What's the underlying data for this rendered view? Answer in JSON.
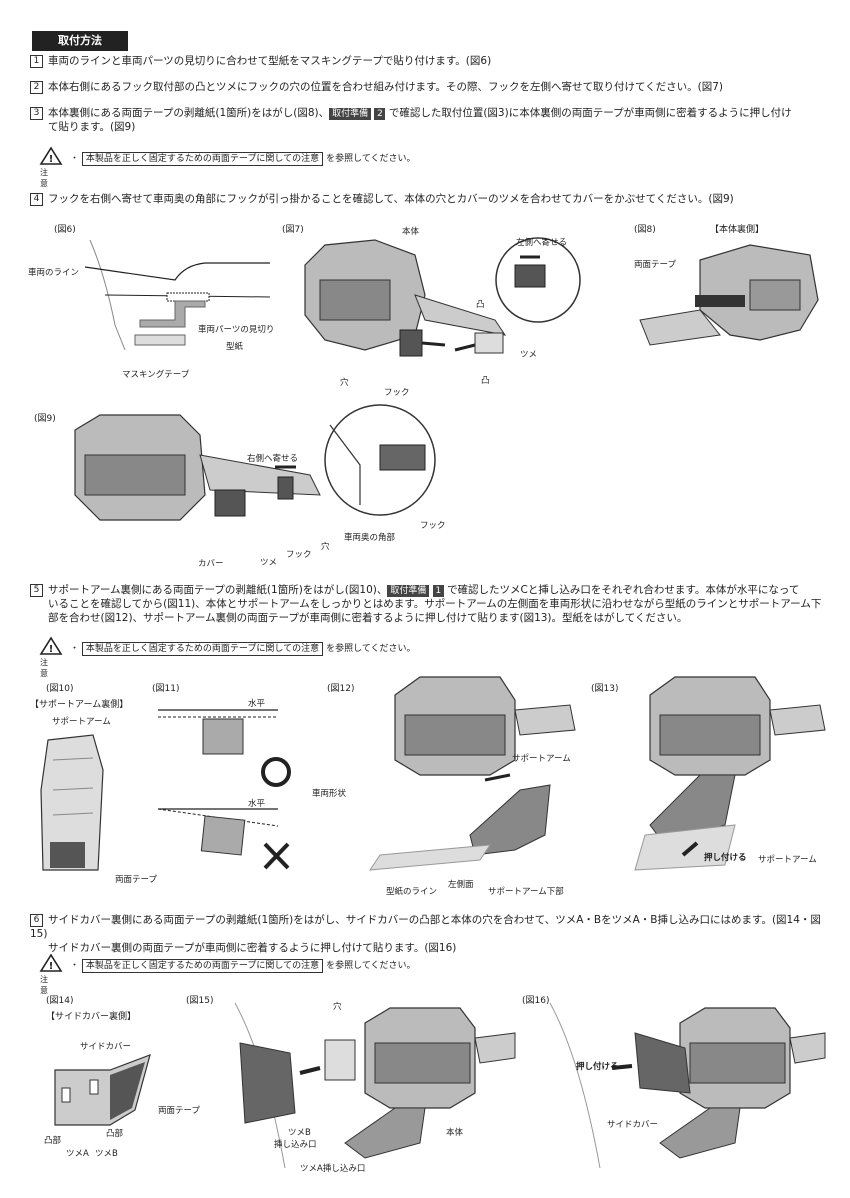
{
  "header": {
    "title": "取付方法"
  },
  "steps": {
    "s1": {
      "num": "1",
      "text": "車両のラインと車両パーツの見切りに合わせて型紙をマスキングテープで貼り付けます。(図6)"
    },
    "s2": {
      "num": "2",
      "text": "本体右側にあるフック取付部の凸とツメにフックの穴の位置を合わせ組み付けます。その際、フックを左側へ寄せて取り付けてください。(図7)"
    },
    "s3": {
      "num": "3",
      "text_a": "本体裏側にある両面テープの剥離紙(1箇所)をはがし(図8)、",
      "tag": "取付準備",
      "tagnum": "2",
      "text_b": "で確認した取付位置(図3)に本体裏側の両面テープが車両側に密着するように押し付け",
      "text_c": "て貼ります。(図9)"
    },
    "s4": {
      "num": "4",
      "text": "フックを右側へ寄せて車両奥の角部にフックが引っ掛かることを確認して、本体の穴とカバーのツメを合わせてカバーをかぶせてください。(図9)"
    },
    "s5": {
      "num": "5",
      "text_a": "サポートアーム裏側にある両面テープの剥離紙(1箇所)をはがし(図10)、",
      "tag": "取付準備",
      "tagnum": "1",
      "text_b": "で確認したツメCと挿し込み口をそれぞれ合わせます。本体が水平になって",
      "text_c": "いることを確認してから(図11)、本体とサポートアームをしっかりとはめます。サポートアームの左側面を車両形状に沿わせながら型紙のラインとサポートアーム下",
      "text_d": "部を合わせ(図12)、サポートアーム裏側の両面テープが車両側に密着するように押し付けて貼ります(図13)。型紙をはがしてください。"
    },
    "s6": {
      "num": "6",
      "text_a": "サイドカバー裏側にある両面テープの剥離紙(1箇所)をはがし、サイドカバーの凸部と本体の穴を合わせて、ツメA・BをツメA・B挿し込み口にはめます。(図14・図15)",
      "text_b": "サイドカバー裏側の両面テープが車両側に密着するように押し付けて貼ります。(図16)"
    }
  },
  "caution": {
    "label": "注 意",
    "boxed": "本製品を正しく固定するための両面テープに関しての注意",
    "suffix": "を参照してください。",
    "dot": "・"
  },
  "figures": {
    "f6": {
      "title": "(図6)",
      "l1": "車両のライン",
      "l2": "車両パーツの見切り",
      "l3": "型紙",
      "l4": "マスキングテープ"
    },
    "f7": {
      "title": "(図7)",
      "l1": "本体",
      "l2": "左側へ寄せる",
      "l3": "凸",
      "l4": "ツメ",
      "l5": "凸",
      "l6": "穴",
      "l7": "フック"
    },
    "f8": {
      "title": "(図8)",
      "sub": "【本体裏側】",
      "l1": "両面テープ"
    },
    "f9": {
      "title": "(図9)",
      "l1": "右側へ寄せる",
      "l2": "車両奥の角部",
      "l3": "フック",
      "l4": "カバー",
      "l5": "ツメ",
      "l6": "フック",
      "l7": "穴"
    },
    "f10": {
      "title": "(図10)",
      "sub": "【サポートアーム裏側】",
      "l1": "サポートアーム",
      "l2": "両面テープ"
    },
    "f11": {
      "title": "(図11)",
      "l1": "水平",
      "l2": "水平"
    },
    "f12": {
      "title": "(図12)",
      "l1": "サポートアーム",
      "l2": "車両形状",
      "l3": "左側面",
      "l4": "型紙のライン",
      "l5": "サポートアーム下部"
    },
    "f13": {
      "title": "(図13)",
      "l1": "押し付ける",
      "l2": "サポートアーム"
    },
    "f14": {
      "title": "(図14)",
      "sub": "【サイドカバー裏側】",
      "l1": "サイドカバー",
      "l2": "両面テープ",
      "l3": "凸部",
      "l4": "凸部",
      "l5": "ツメA",
      "l6": "ツメB"
    },
    "f15": {
      "title": "(図15)",
      "l1": "穴",
      "l2": "ツメB",
      "l3": "挿し込み口",
      "l4": "ツメA挿し込み口",
      "l5": "本体"
    },
    "f16": {
      "title": "(図16)",
      "l1": "押し付ける",
      "l2": "サイドカバー"
    }
  }
}
